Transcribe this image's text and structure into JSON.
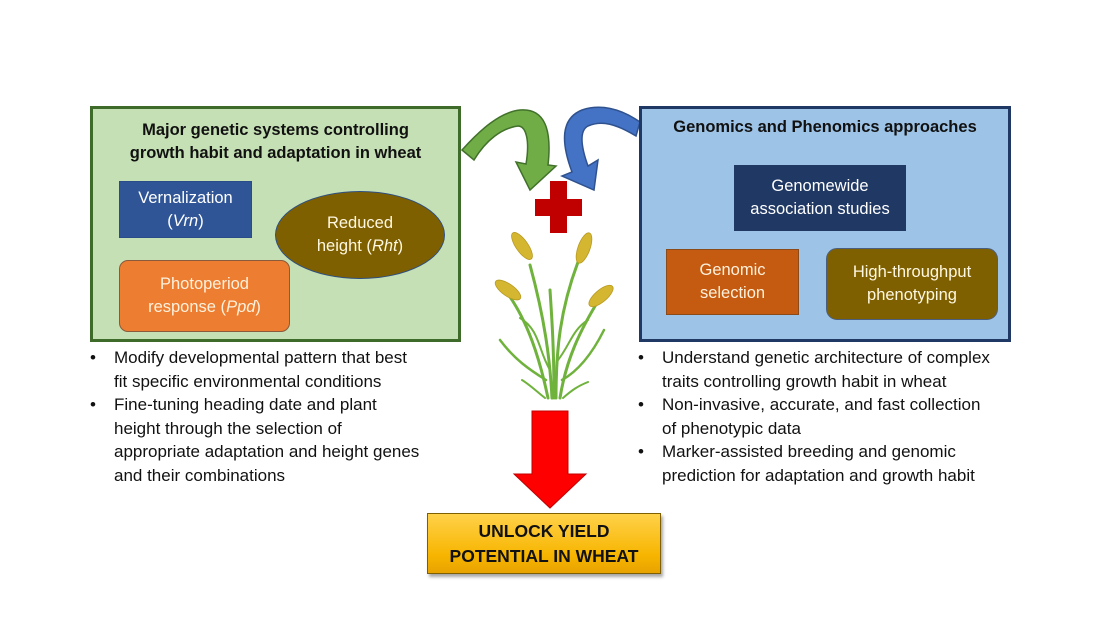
{
  "left_panel": {
    "title_line1": "Major genetic systems controlling",
    "title_line2": "growth habit and adaptation in wheat",
    "boxes": {
      "vrn": {
        "label": "Vernalization",
        "symbol": "Vrn"
      },
      "rht": {
        "label_line1": "Reduced",
        "label_line2": "height",
        "symbol": "Rht"
      },
      "ppd": {
        "label_line1": "Photoperiod",
        "label_line2": "response",
        "symbol": "Ppd"
      }
    },
    "bullets": [
      {
        "line1": "Modify developmental pattern that best",
        "line2": "fit specific environmental conditions"
      },
      {
        "line1": "Fine-tuning heading date and plant",
        "line2": "height through the selection of",
        "line3": "appropriate adaptation and height genes",
        "line4": "and their combinations"
      }
    ]
  },
  "right_panel": {
    "title": "Genomics and Phenomics approaches",
    "boxes": {
      "gwas": {
        "line1": "Genomewide",
        "line2": "association studies"
      },
      "gs": {
        "line1": "Genomic",
        "line2": "selection"
      },
      "htp": {
        "line1": "High-throughput",
        "line2": "phenotyping"
      }
    },
    "bullets": [
      {
        "line1": "Understand genetic architecture of complex",
        "line2": "traits controlling growth habit in wheat"
      },
      {
        "line1": "Non-invasive, accurate, and fast collection",
        "line2": "of phenotypic data"
      },
      {
        "line1": "Marker-assisted breeding and genomic",
        "line2": "prediction for adaptation and growth habit"
      }
    ]
  },
  "center": {
    "plus_icon": "red-plus-icon",
    "plant_icon": "wheat-plant-icon",
    "down_arrow_icon": "red-down-arrow-icon"
  },
  "outcome": {
    "line1": "UNLOCK YIELD",
    "line2": "POTENTIAL IN WHEAT"
  },
  "bullet_glyph": "•",
  "colors": {
    "left_panel_bg": "#c5e0b4",
    "left_panel_border": "#3f6b2a",
    "right_panel_bg": "#9dc3e6",
    "right_panel_border": "#1f3864",
    "green_arrow": "#70ad47",
    "blue_arrow": "#4472c4",
    "red": "#ff0000",
    "plus": "#c00000",
    "outcome_box": "#ffc000"
  }
}
